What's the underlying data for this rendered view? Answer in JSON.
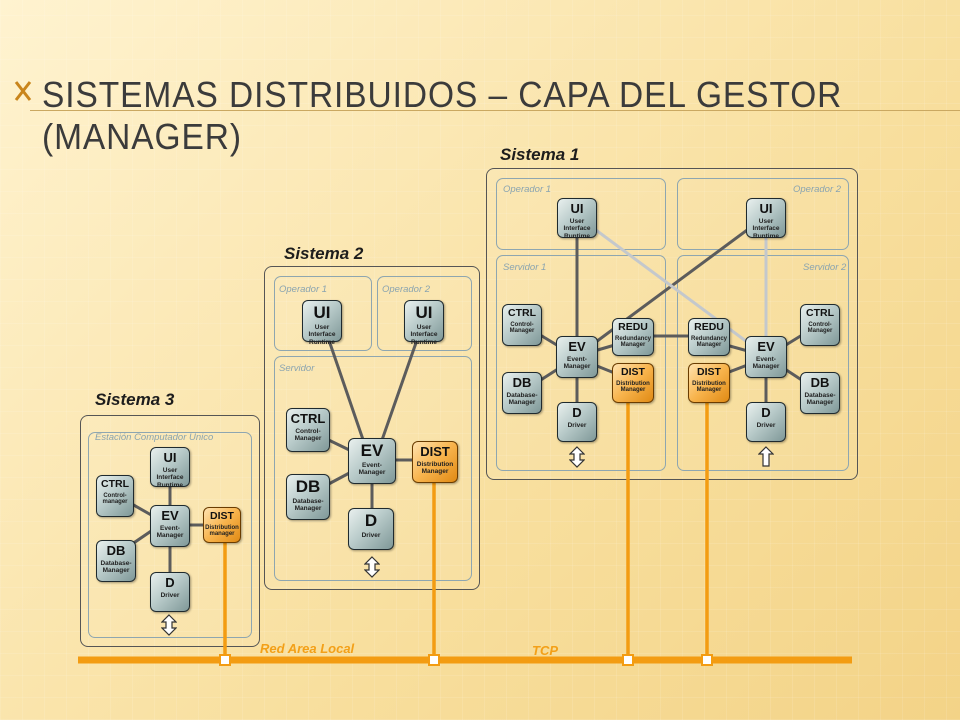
{
  "title": "Sistemas distribuidos – capa del gestor (manager)",
  "colors": {
    "accent": "#f39c12",
    "component": "#9fb7b6",
    "dist": "#f5a623",
    "line": "#5a5a5a"
  },
  "systems": {
    "s3": {
      "label": "Sistema 3",
      "zone": "Estación Computador Unico"
    },
    "s2": {
      "label": "Sistema 2",
      "zone_op1": "Operador 1",
      "zone_op2": "Operador 2",
      "zone_server": "Servidor"
    },
    "s1": {
      "label": "Sistema 1",
      "zone_op1": "Operador 1",
      "zone_op2": "Operador 2",
      "zone_srv1": "Servidor 1",
      "zone_srv2": "Servidor 2"
    }
  },
  "components": {
    "ui": {
      "title": "UI",
      "sub1": "User Interface",
      "sub2": "Runtime"
    },
    "ctrl": {
      "title": "CTRL",
      "sub1": "Control-",
      "sub2": "Manager"
    },
    "ctrl_s3": {
      "title": "CTRL",
      "sub1": "Control-",
      "sub2": "manager"
    },
    "ev": {
      "title": "EV",
      "sub1": "Event-",
      "sub2": "Manager"
    },
    "db": {
      "title": "DB",
      "sub1": "Database-",
      "sub2": "Manager"
    },
    "d": {
      "title": "D",
      "sub1": "Driver"
    },
    "dist": {
      "title": "DIST",
      "sub1": "Distribution",
      "sub2": "Manager"
    },
    "dist_s3": {
      "title": "DIST",
      "sub1": "Distribution",
      "sub2": "manager"
    },
    "redu": {
      "title": "REDU",
      "sub1": "Redundancy",
      "sub2": "Manager"
    }
  },
  "network": {
    "lan_label": "Red Area Local",
    "tcp_label": "TCP"
  }
}
